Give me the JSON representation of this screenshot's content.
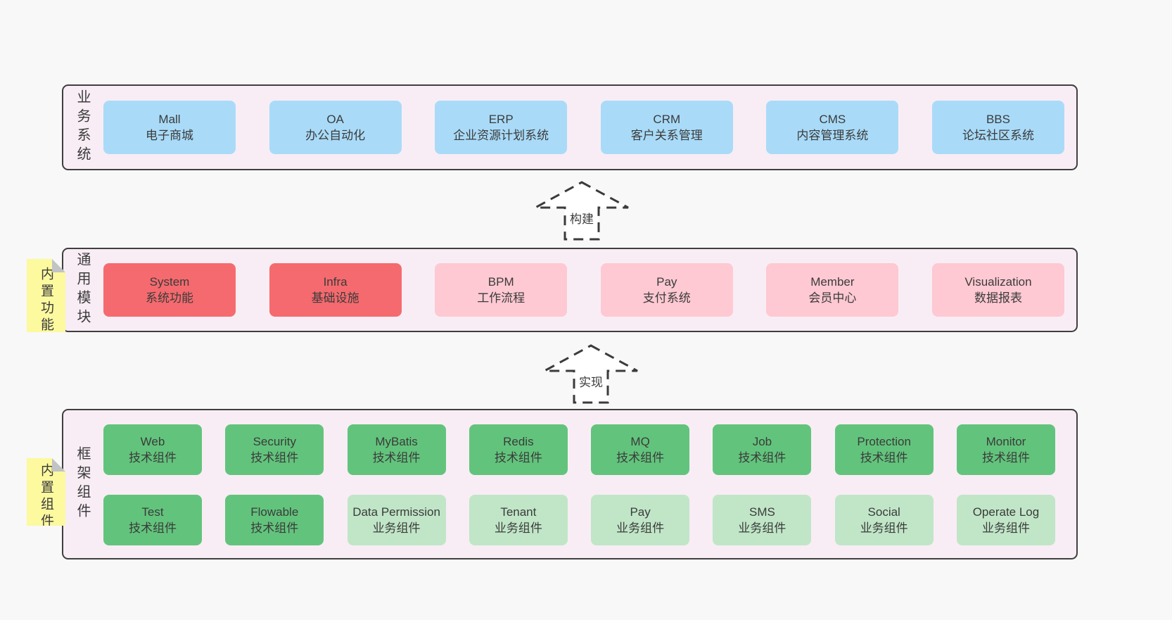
{
  "colors": {
    "c-page": "#f8f8f8",
    "c-band-bg": "#f8edf5",
    "c-border": "#3f3f3f",
    "c-text": "#3b3b3b",
    "c-blue": "#a9dbf8",
    "c-red": "#f56a6e",
    "c-pink": "#fec9d2",
    "c-green": "#62c47c",
    "c-lightgreen": "#c0e6c7",
    "c-note": "#fcf99f",
    "c-note-fold": "#c1c3c5"
  },
  "layers": [
    {
      "id": "business-systems",
      "label": "业务系统",
      "boxes": [
        {
          "en": "Mall",
          "zh": "电子商城",
          "variant": "blue"
        },
        {
          "en": "OA",
          "zh": "办公自动化",
          "variant": "blue"
        },
        {
          "en": "ERP",
          "zh": "企业资源计划系统",
          "variant": "blue"
        },
        {
          "en": "CRM",
          "zh": "客户关系管理",
          "variant": "blue"
        },
        {
          "en": "CMS",
          "zh": "内容管理系统",
          "variant": "blue"
        },
        {
          "en": "BBS",
          "zh": "论坛社区系统",
          "variant": "blue"
        }
      ]
    },
    {
      "id": "common-modules",
      "label": "通用模块",
      "tag": "内置功能",
      "boxes": [
        {
          "en": "System",
          "zh": "系统功能",
          "variant": "red"
        },
        {
          "en": "Infra",
          "zh": "基础设施",
          "variant": "red"
        },
        {
          "en": "BPM",
          "zh": "工作流程",
          "variant": "pink"
        },
        {
          "en": "Pay",
          "zh": "支付系统",
          "variant": "pink"
        },
        {
          "en": "Member",
          "zh": "会员中心",
          "variant": "pink"
        },
        {
          "en": "Visualization",
          "zh": "数据报表",
          "variant": "pink"
        }
      ]
    },
    {
      "id": "framework-components",
      "label": "框架组件",
      "tag": "内置组件",
      "rows": [
        [
          {
            "en": "Web",
            "zh": "技术组件",
            "variant": "green"
          },
          {
            "en": "Security",
            "zh": "技术组件",
            "variant": "green"
          },
          {
            "en": "MyBatis",
            "zh": "技术组件",
            "variant": "green"
          },
          {
            "en": "Redis",
            "zh": "技术组件",
            "variant": "green"
          },
          {
            "en": "MQ",
            "zh": "技术组件",
            "variant": "green"
          },
          {
            "en": "Job",
            "zh": "技术组件",
            "variant": "green"
          },
          {
            "en": "Protection",
            "zh": "技术组件",
            "variant": "green"
          },
          {
            "en": "Monitor",
            "zh": "技术组件",
            "variant": "green"
          }
        ],
        [
          {
            "en": "Test",
            "zh": "技术组件",
            "variant": "green"
          },
          {
            "en": "Flowable",
            "zh": "技术组件",
            "variant": "green"
          },
          {
            "en": "Data Permission",
            "zh": "业务组件",
            "variant": "lightgreen"
          },
          {
            "en": "Tenant",
            "zh": "业务组件",
            "variant": "lightgreen"
          },
          {
            "en": "Pay",
            "zh": "业务组件",
            "variant": "lightgreen"
          },
          {
            "en": "SMS",
            "zh": "业务组件",
            "variant": "lightgreen"
          },
          {
            "en": "Social",
            "zh": "业务组件",
            "variant": "lightgreen"
          },
          {
            "en": "Operate Log",
            "zh": "业务组件",
            "variant": "lightgreen"
          }
        ]
      ]
    }
  ],
  "arrows": [
    {
      "id": "build",
      "label": "构建"
    },
    {
      "id": "implement",
      "label": "实现"
    }
  ]
}
